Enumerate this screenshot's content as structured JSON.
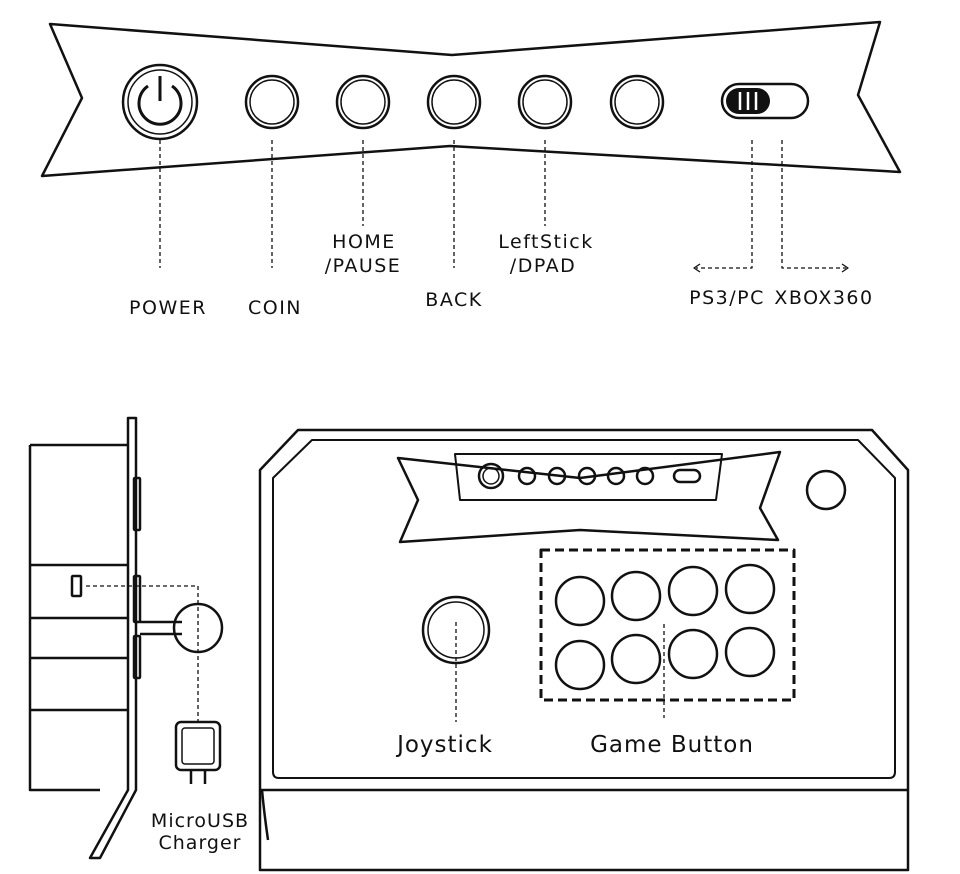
{
  "labels": {
    "power": "POWER",
    "coin": "COIN",
    "home_line1": "HOME",
    "home_line2": "/PAUSE",
    "back": "BACK",
    "leftstick_line1": "LeftStick",
    "leftstick_line2": "/DPAD",
    "ps3pc": "PS3/PC",
    "xbox360": "XBOX360",
    "joystick": "Joystick",
    "game_button": "Game Button",
    "microusb_line1": "MicroUSB",
    "microusb_line2": "Charger"
  },
  "colors": {
    "ink": "#111111",
    "background": "#ffffff"
  }
}
